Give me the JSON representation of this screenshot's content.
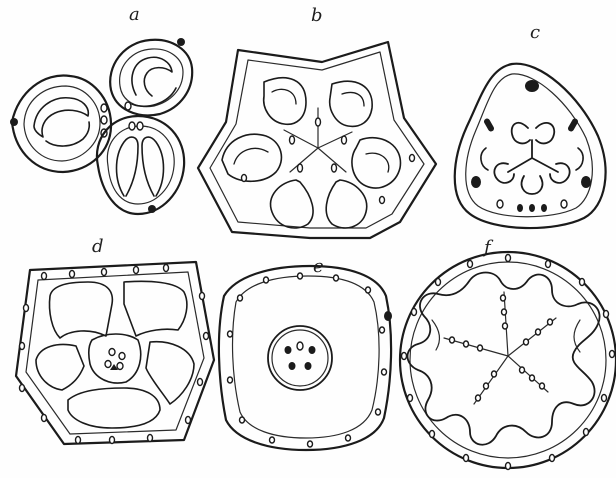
{
  "figure_labels": {
    "a": "a",
    "b": "b",
    "c": "c",
    "d": "d",
    "e": "e",
    "f": "f"
  },
  "colors": {
    "ink": "#1b1b1b",
    "paper": "#fefefe"
  }
}
